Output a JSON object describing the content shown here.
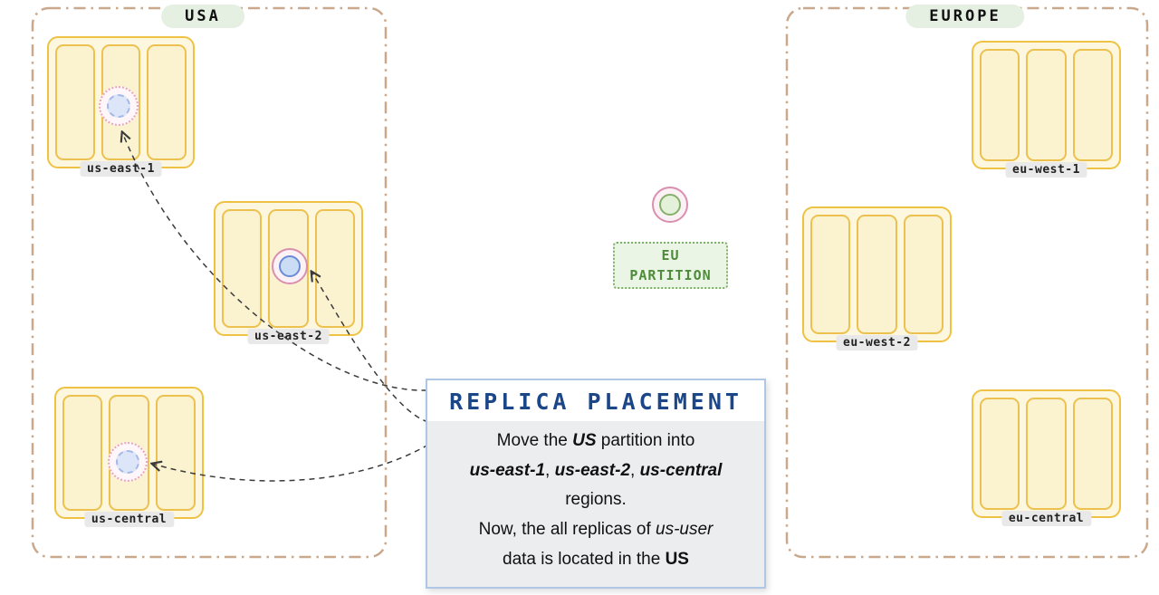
{
  "regions": {
    "usa": {
      "label": "USA",
      "zones": [
        {
          "label": "us-east-1"
        },
        {
          "label": "us-east-2"
        },
        {
          "label": "us-central"
        }
      ]
    },
    "europe": {
      "label": "EUROPE",
      "zones": [
        {
          "label": "eu-west-1"
        },
        {
          "label": "eu-west-2"
        },
        {
          "label": "eu-central"
        }
      ]
    }
  },
  "eu_partition": {
    "line1": "EU",
    "line2": "PARTITION"
  },
  "card": {
    "title": "REPLICA PLACEMENT",
    "body_lines": [
      {
        "segments": [
          {
            "t": "Move the "
          },
          {
            "t": "US",
            "b": true,
            "i": true
          },
          {
            "t": " partition into"
          }
        ]
      },
      {
        "segments": [
          {
            "t": "us-east-1",
            "b": true,
            "i": true
          },
          {
            "t": ", "
          },
          {
            "t": "us-east-2",
            "b": true,
            "i": true
          },
          {
            "t": ", "
          },
          {
            "t": "us-central",
            "b": true,
            "i": true
          }
        ]
      },
      {
        "segments": [
          {
            "t": "regions."
          }
        ]
      },
      {
        "segments": [
          {
            "t": "Now, the all replicas of "
          },
          {
            "t": "us-user",
            "i": true
          }
        ]
      },
      {
        "segments": [
          {
            "t": "data is located in the "
          },
          {
            "t": "US",
            "b": true
          }
        ]
      }
    ]
  },
  "colors": {
    "container-border": "#C9A88C",
    "pill-bg": "#E5EFE2",
    "zone-border": "#EFC243",
    "zone-fill": "#FCF7DE",
    "slat-border": "#EDC14F",
    "slat-fill": "#FBF3D0",
    "label-chip-bg": "#E9E9E9",
    "pink": "#D98FAE",
    "pink-dotted": "#E8A5BB",
    "blue-border": "#6A8BD8",
    "blue-fill": "#CBDCF5",
    "ghost-blue-border": "#A3B9E8",
    "ghost-blue-fill": "#DDE6F9",
    "green-border": "#86B06A",
    "green-fill": "#E4F1DA",
    "eu-box-border": "#7FB069",
    "eu-box-bg": "#EAF5E5",
    "eu-text": "#4E8B3A",
    "card-border": "#AFC7E4",
    "card-title": "#1B4688",
    "card-body-bg": "#ECEDEF",
    "arrow": "#3A3A3A"
  }
}
